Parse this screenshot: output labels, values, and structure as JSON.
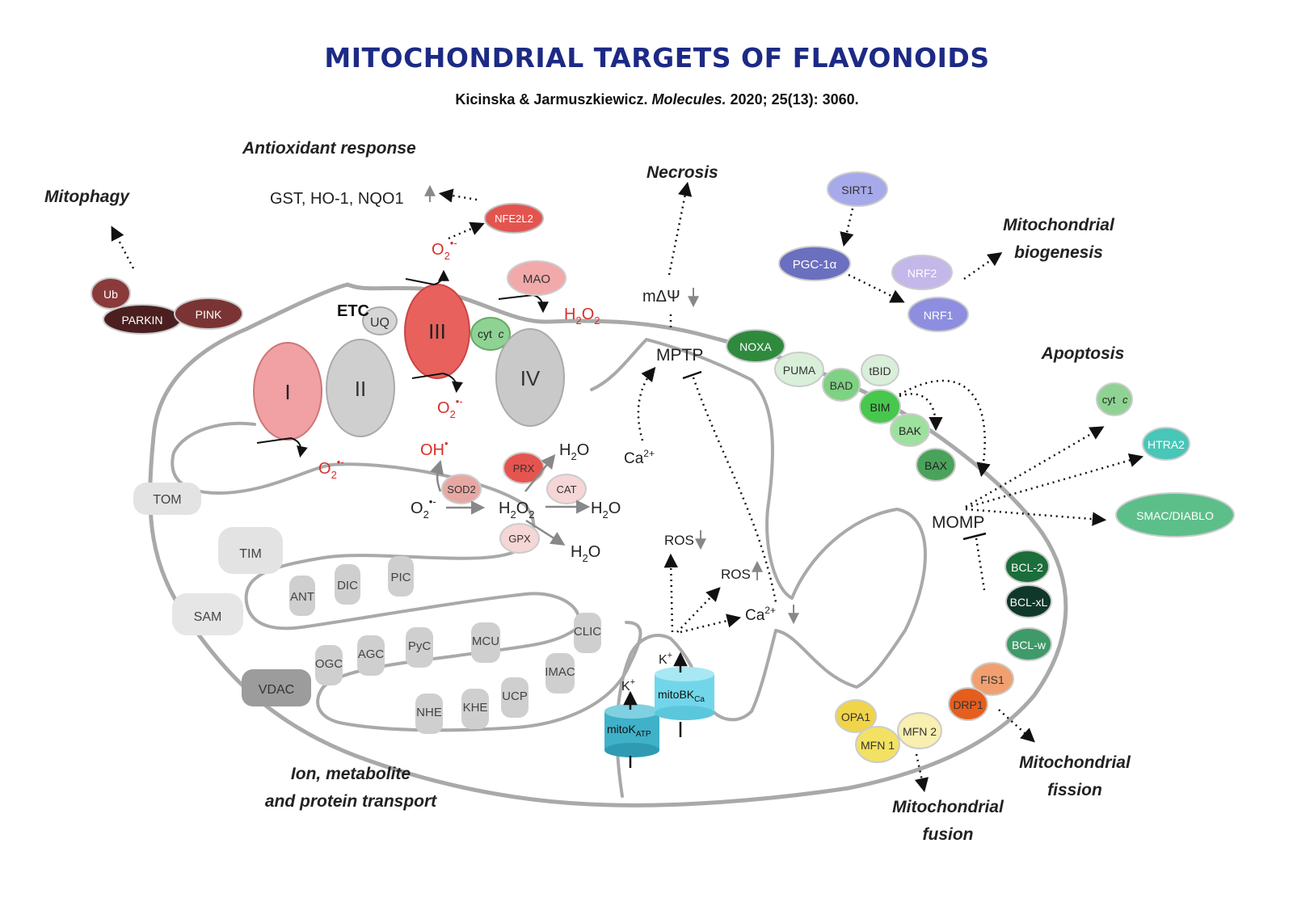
{
  "title": "MITOCHONDRIAL TARGETS OF FLAVONOIDS",
  "citation": {
    "authors": "Kicinska & Jarmuszkiewicz.",
    "journal": "Molecules.",
    "details": "2020; 25(13): 3060."
  },
  "processes": {
    "antioxidant_response": "Antioxidant response",
    "mitophagy": "Mitophagy",
    "necrosis": "Necrosis",
    "biogenesis_1": "Mitochondrial",
    "biogenesis_2": "biogenesis",
    "apoptosis": "Apoptosis",
    "fission_1": "Mitochondrial",
    "fission_2": "fission",
    "fusion_1": "Mitochondrial",
    "fusion_2": "fusion",
    "transport_1": "Ion, metabolite",
    "transport_2": "and protein transport"
  },
  "labels": {
    "gst": "GST, HO-1, NQO1",
    "etc": "ETC",
    "mdpsi": "mΔΨ",
    "mptp": "MPTP",
    "momp": "MOMP",
    "ca": "Ca",
    "ros": "ROS",
    "kplus": "K"
  },
  "etc": {
    "complex_1": "I",
    "complex_2": "II",
    "complex_3": "III",
    "complex_4": "IV",
    "uq": "UQ",
    "cytc": "cyt",
    "cytc_c": "c"
  },
  "ros_chem": {
    "o2": "O",
    "oh": "OH",
    "h2o": "H",
    "h2o2": "H",
    "h2o2_red": "H"
  },
  "proteins": {
    "ub": "Ub",
    "parkin": "PARKIN",
    "pink": "PINK",
    "nfe2l2": "NFE2L2",
    "mao": "MAO",
    "sirt1": "SIRT1",
    "pgc1a": "PGC-1α",
    "nrf2": "NRF2",
    "nrf1": "NRF1",
    "noxa": "NOXA",
    "puma": "PUMA",
    "bad": "BAD",
    "tbid": "tBID",
    "bim": "BIM",
    "bak": "BAK",
    "bax": "BAX",
    "cytc_out": "cyt",
    "htra2": "HTRA2",
    "smac": "SMAC/DIABLO",
    "bcl2": "BCL-2",
    "bclxl": "BCL-xL",
    "bclw": "BCL-w",
    "fis1": "FIS1",
    "drp1": "DRP1",
    "opa1": "OPA1",
    "mfn1": "MFN 1",
    "mfn2": "MFN 2",
    "sod2": "SOD2",
    "prx": "PRX",
    "cat": "CAT",
    "gpx": "GPX"
  },
  "transporters": {
    "tom": "TOM",
    "tim": "TIM",
    "sam": "SAM",
    "vdac": "VDAC",
    "ant": "ANT",
    "dic": "DIC",
    "pic": "PIC",
    "ogc": "OGC",
    "agc": "AGC",
    "pyc": "PyC",
    "mcu": "MCU",
    "clic": "CLIC",
    "imac": "IMAC",
    "ucp": "UCP",
    "khe": "KHE",
    "nhe": "NHE",
    "mitokatp": "mitoK",
    "mitokatp_sub": "ATP",
    "mitobk": "mitoBK",
    "mitobk_sub": "Ca"
  },
  "colors": {
    "title": "#1c2a85",
    "red": "#d8302a",
    "membrane": "#a9a9a9"
  }
}
